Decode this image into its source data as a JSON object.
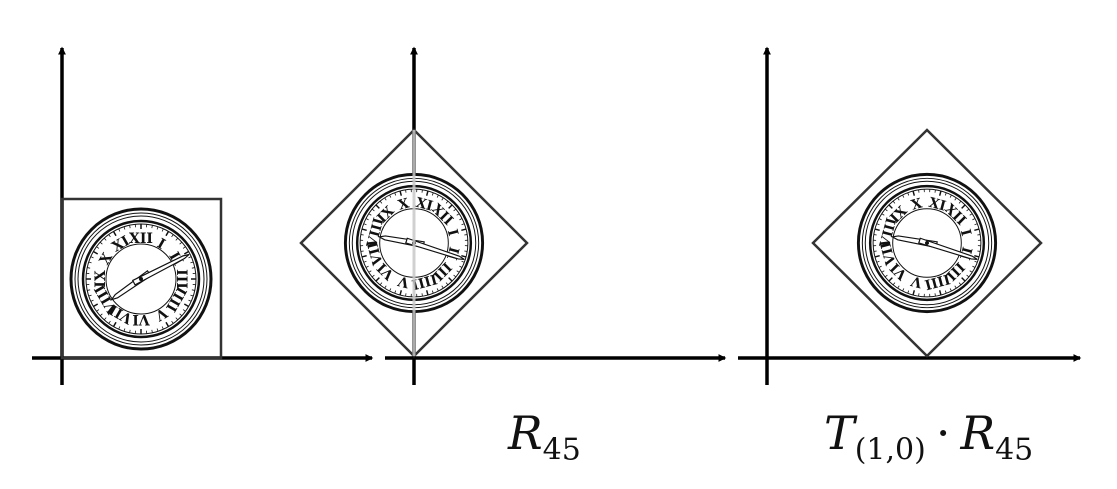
{
  "panels": [
    {
      "rotation_deg": 0,
      "translation": [
        0,
        0
      ],
      "caption": null
    },
    {
      "rotation_deg": 45,
      "translation": [
        0,
        0
      ],
      "caption": {
        "symbol": "R",
        "sub": "45"
      }
    },
    {
      "rotation_deg": 45,
      "translation": [
        1,
        0
      ],
      "caption": {
        "parts": [
          {
            "symbol": "T",
            "sub": "(1,0)"
          },
          {
            "operator": "·"
          },
          {
            "symbol": "R",
            "sub": "45"
          }
        ]
      }
    }
  ],
  "clock": {
    "numerals": [
      "XII",
      "I",
      "II",
      "III",
      "IIII",
      "V",
      "VI",
      "VII",
      "VIII",
      "IX",
      "X",
      "XI"
    ],
    "hour_hand_deg": 55,
    "minute_hand_deg": 63
  },
  "captions": {
    "r45_symbol": "R",
    "r45_sub": "45",
    "t_symbol": "T",
    "t_sub": "(1,0)",
    "dot": "·",
    "r45b_symbol": "R",
    "r45b_sub": "45"
  },
  "colors": {
    "axis": "#000000",
    "frame": "#333333",
    "ghost_axis": "#c8c8c8",
    "clock_stroke": "#111111"
  }
}
